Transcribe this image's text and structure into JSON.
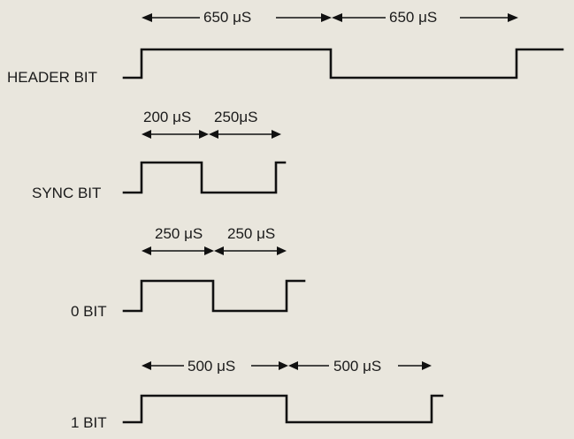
{
  "header": {
    "label": "HEADER BIT",
    "dim1": "650 μS",
    "dim2": "650 μS"
  },
  "sync": {
    "label": "SYNC BIT",
    "dim1": "200 μS",
    "dim2": "250μS"
  },
  "zero": {
    "label": "0 BIT",
    "dim1": "250 μS",
    "dim2": "250 μS"
  },
  "one": {
    "label": "1 BIT",
    "dim1": "500 μS",
    "dim2": "500 μS"
  }
}
